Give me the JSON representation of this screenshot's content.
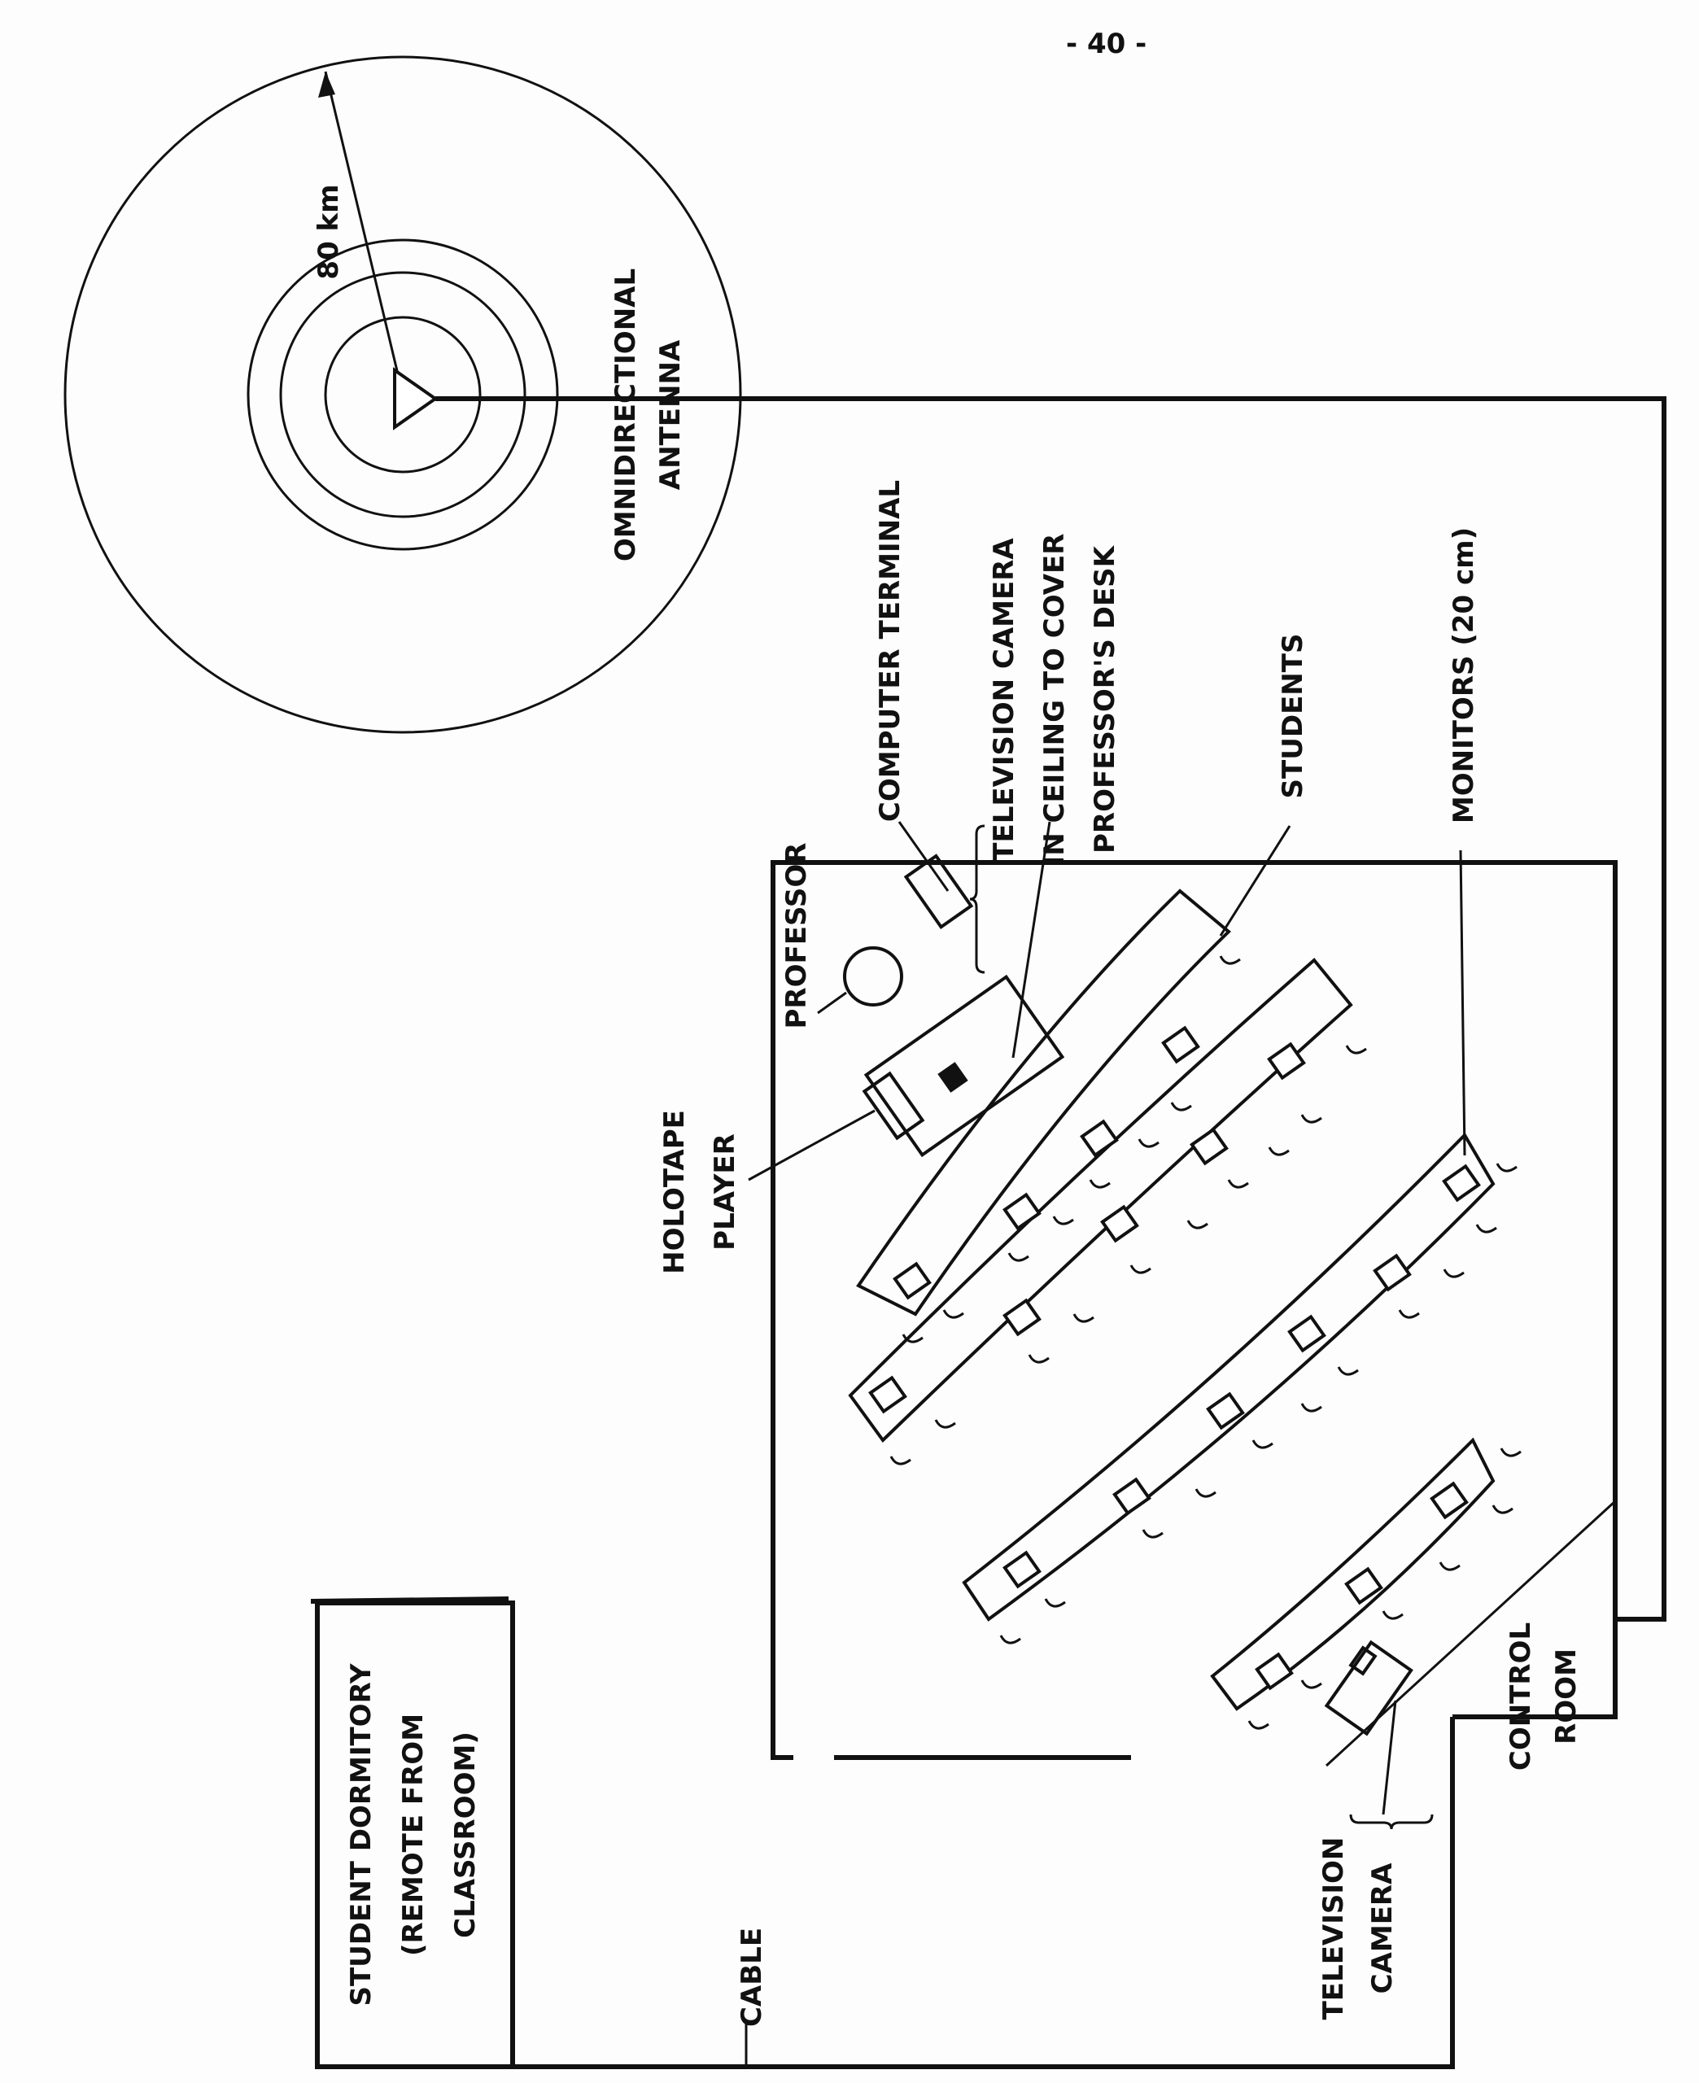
{
  "page_mark": "- 40 -",
  "labels": {
    "radius": "80 km",
    "antenna_line1": "OMNIDIRECTIONAL",
    "antenna_line2": "ANTENNA",
    "computer_terminal": "COMPUTER TERMINAL",
    "tv_camera_ceiling_line1": "TELEVISION CAMERA",
    "tv_camera_ceiling_line2": "IN CEILING TO COVER",
    "tv_camera_ceiling_line3": "PROFESSOR'S DESK",
    "students": "STUDENTS",
    "monitors": "MONITORS (20 cm)",
    "professor": "PROFESSOR",
    "holotape_line1": "HOLOTAPE",
    "holotape_line2": "PLAYER",
    "dormitory_line1": "STUDENT DORMITORY",
    "dormitory_line2": "(REMOTE FROM",
    "dormitory_line3": "CLASSROOM)",
    "cable": "CABLE",
    "control_room_line1": "CONTROL",
    "control_room_line2": "ROOM",
    "tv_camera_line1": "TELEVISION",
    "tv_camera_line2": "CAMERA"
  }
}
